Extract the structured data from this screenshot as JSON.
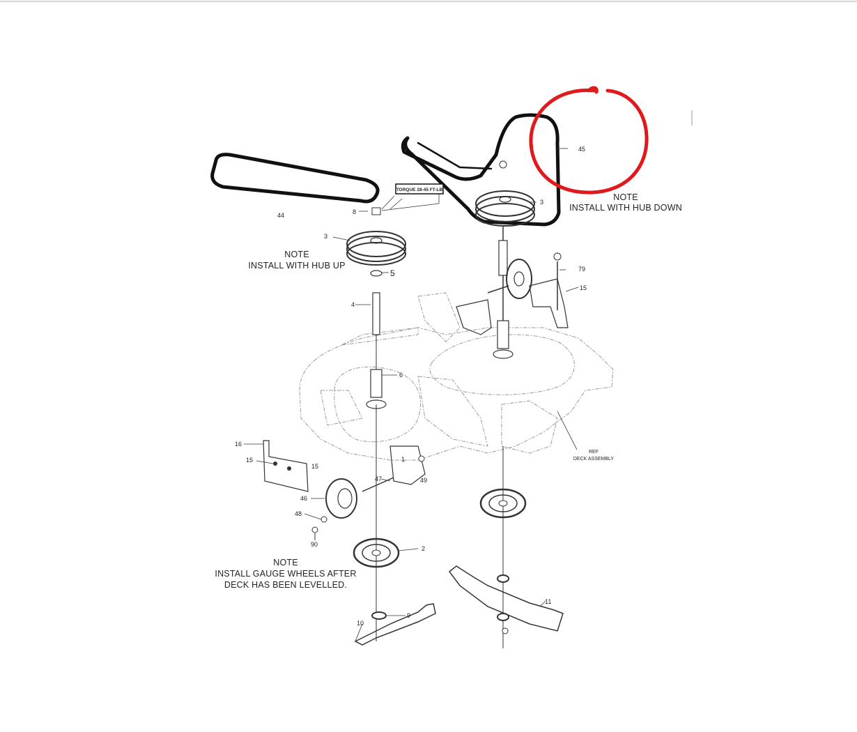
{
  "notes": {
    "hub_down_title": "NOTE",
    "hub_down_text": "INSTALL WITH HUB DOWN",
    "hub_up_title": "NOTE",
    "hub_up_text": "INSTALL WITH HUB UP",
    "gauge_title": "NOTE",
    "gauge_line1": "INSTALL GAUGE WHEELS AFTER",
    "gauge_line2": "DECK HAS BEEN LEVELLED."
  },
  "torque_label": "TORQUE 28-45 FT-LB",
  "deck_ref": {
    "line1": "REF",
    "line2": "DECK ASSEMBLY"
  },
  "callouts": {
    "belt_44": "44",
    "belt_45": "45",
    "nut_8": "8",
    "pulley_left_3": "3",
    "pulley_right_3": "3",
    "washer_5": "5",
    "spindle_4": "4",
    "housing_6": "6",
    "bracket_79": "79",
    "bolt_15_right": "15",
    "bracket_16": "16",
    "bolt_15_left": "15",
    "bolt_15_left2": "15",
    "gauge_wheel_46": "46",
    "washer_48": "48",
    "nut_90": "90",
    "bolt_47": "47",
    "nut_49": "49",
    "fan_2": "2",
    "blade_10": "10",
    "nut_9": "9",
    "blade_11": "11",
    "nut_1": "1"
  },
  "annotation": {
    "color": "#e0191d",
    "shape": "circle"
  },
  "colors": {
    "line": "#333333",
    "belt": "#111111",
    "faint": "#9a9a9a"
  }
}
